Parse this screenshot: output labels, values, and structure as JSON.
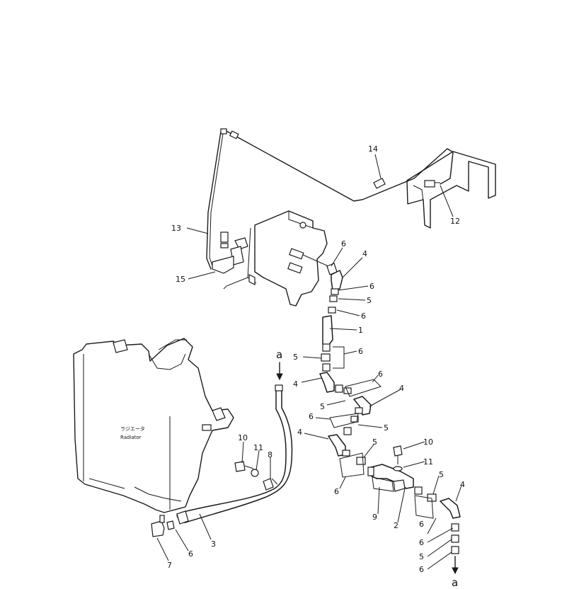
{
  "radiator_label": {
    "jp": "ラジエータ",
    "en": "Radiator"
  },
  "arrow_label": "a",
  "callouts": [
    {
      "id": "c14",
      "text": "14"
    },
    {
      "id": "c12",
      "text": "12"
    },
    {
      "id": "c13",
      "text": "13"
    },
    {
      "id": "c15",
      "text": "15"
    },
    {
      "id": "c6a",
      "text": "6"
    },
    {
      "id": "c4a",
      "text": "4"
    },
    {
      "id": "c6b",
      "text": "6"
    },
    {
      "id": "c5a",
      "text": "5"
    },
    {
      "id": "c6c",
      "text": "6"
    },
    {
      "id": "c1",
      "text": "1"
    },
    {
      "id": "c5b",
      "text": "5"
    },
    {
      "id": "c6d",
      "text": "6"
    },
    {
      "id": "c4b",
      "text": "4"
    },
    {
      "id": "c6e",
      "text": "6"
    },
    {
      "id": "c4c",
      "text": "4"
    },
    {
      "id": "c5c",
      "text": "5"
    },
    {
      "id": "c6f",
      "text": "6"
    },
    {
      "id": "c5d",
      "text": "5"
    },
    {
      "id": "c4d",
      "text": "4"
    },
    {
      "id": "c5e",
      "text": "5"
    },
    {
      "id": "c10a",
      "text": "10"
    },
    {
      "id": "c11a",
      "text": "11"
    },
    {
      "id": "c6g",
      "text": "6"
    },
    {
      "id": "c9",
      "text": "9"
    },
    {
      "id": "c2",
      "text": "2"
    },
    {
      "id": "c5f",
      "text": "5"
    },
    {
      "id": "c4e",
      "text": "4"
    },
    {
      "id": "c6h",
      "text": "6"
    },
    {
      "id": "c6i",
      "text": "6"
    },
    {
      "id": "c5g",
      "text": "5"
    },
    {
      "id": "c6j",
      "text": "6"
    },
    {
      "id": "c10b",
      "text": "10"
    },
    {
      "id": "c11b",
      "text": "11"
    },
    {
      "id": "c8",
      "text": "8"
    },
    {
      "id": "c3",
      "text": "3"
    },
    {
      "id": "c6k",
      "text": "6"
    },
    {
      "id": "c7",
      "text": "7"
    }
  ]
}
